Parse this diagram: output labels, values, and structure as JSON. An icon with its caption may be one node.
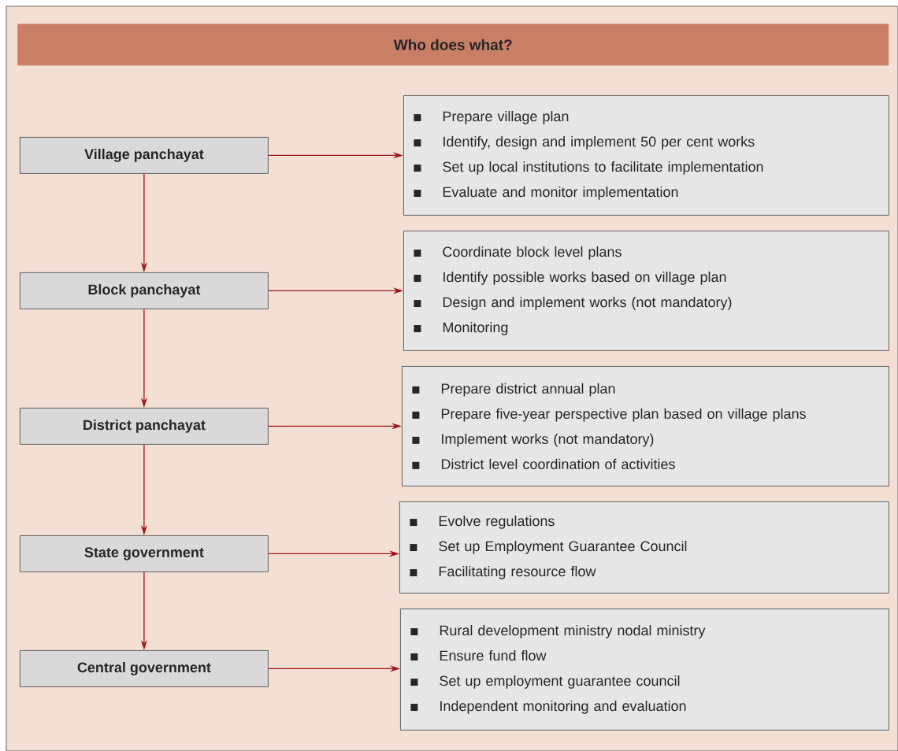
{
  "diagram": {
    "title": "Who does what?",
    "nodes": [
      {
        "text": [
          "Village panchayat"
        ]
      },
      {
        "text": [
          "Prepare village plan",
          "Identify, design and implement 50 per cent works",
          "Set up local institutions to facilitate implementation",
          "Evaluate and monitor implementation"
        ]
      },
      {
        "text": [
          "Block panchayat"
        ]
      },
      {
        "text": [
          "Coordinate block level plans",
          "Identify possible works based on village plan",
          "Design and implement works (not mandatory)",
          "Monitoring"
        ]
      },
      {
        "text": [
          "District panchayat"
        ]
      },
      {
        "text": [
          "Prepare district annual plan",
          "Prepare five-year perspective plan based on village plans",
          "Implement works (not mandatory)",
          "District level coordination of activities"
        ]
      },
      {
        "text": [
          "State government"
        ]
      },
      {
        "text": [
          "Evolve regulations",
          "Set up Employment Guarantee Council",
          "Facilitating resource flow"
        ]
      },
      {
        "text": [
          "Central government"
        ]
      },
      {
        "text": [
          "Rural development ministry nodal ministry",
          "Ensure fund flow",
          "Set up employment guarantee council",
          "Independent monitoring and evaluation"
        ]
      }
    ],
    "edges": [
      {
        "from": 0,
        "to": 1,
        "arrow": "to"
      },
      {
        "from": 0,
        "to": 2,
        "arrow": "to"
      },
      {
        "from": 2,
        "to": 3,
        "arrow": "to"
      },
      {
        "from": 2,
        "to": 4,
        "arrow": "to"
      },
      {
        "from": 4,
        "to": 5,
        "arrow": "to"
      },
      {
        "from": 4,
        "to": 6,
        "arrow": "to"
      },
      {
        "from": 6,
        "to": 7,
        "arrow": "to"
      },
      {
        "from": 6,
        "to": 8,
        "arrow": "to"
      },
      {
        "from": 8,
        "to": 9,
        "arrow": "to"
      }
    ]
  }
}
